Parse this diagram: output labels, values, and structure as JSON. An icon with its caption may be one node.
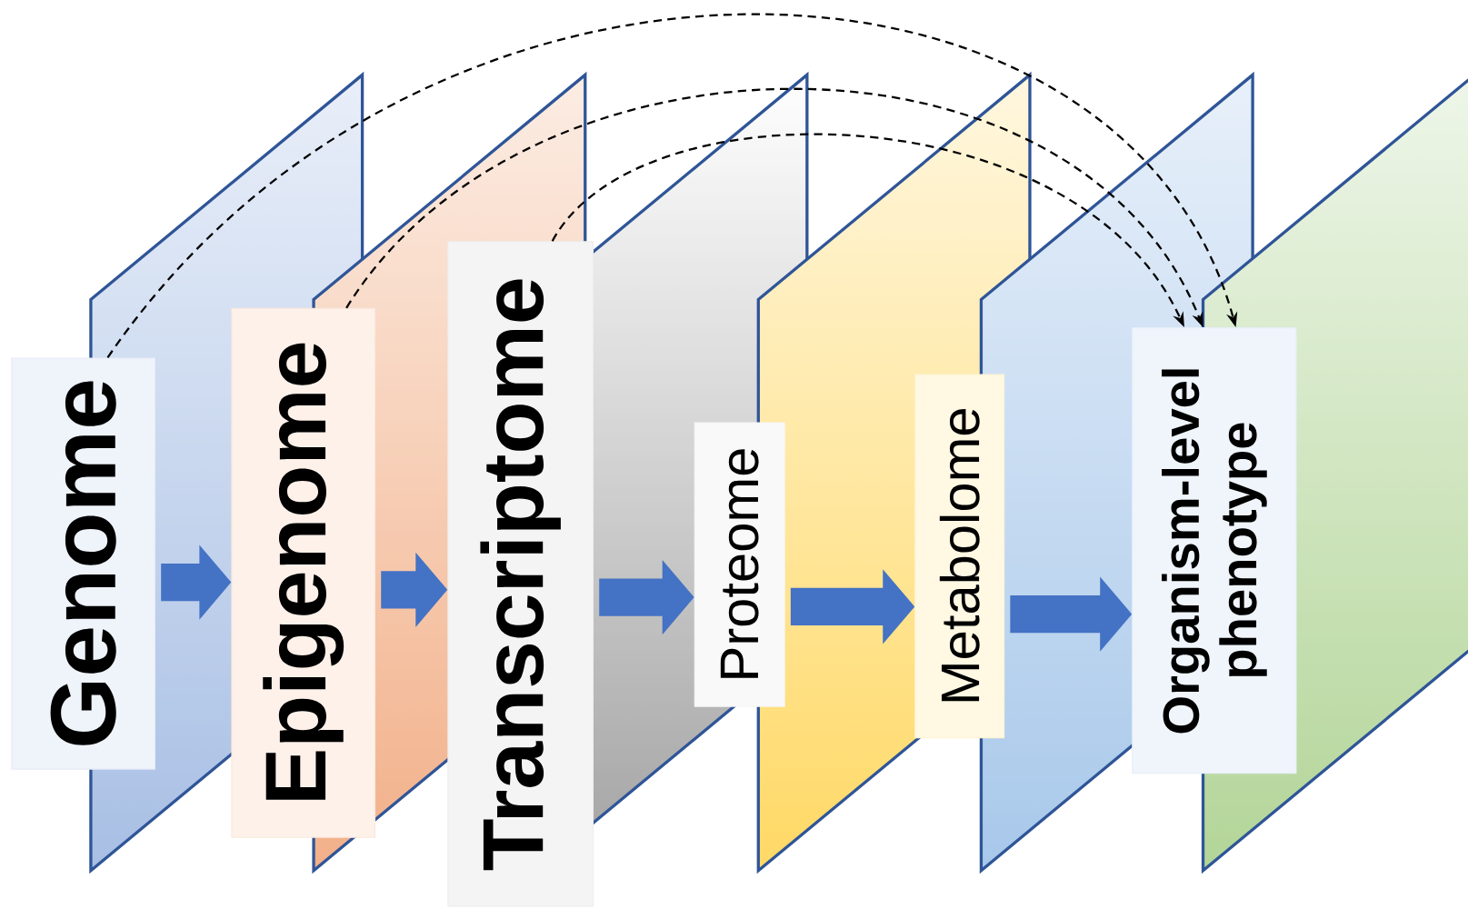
{
  "diagram": {
    "nodes": [
      {
        "text": [
          "Genome"
        ]
      },
      {
        "text": [
          "Epigenome"
        ]
      },
      {
        "text": [
          "Transcriptome"
        ]
      },
      {
        "text": [
          "Proteome"
        ]
      },
      {
        "text": [
          "Metabolome"
        ]
      },
      {
        "text": [
          "Organism-level phenotype"
        ]
      }
    ],
    "edges": [
      {
        "from": 0,
        "to": 1,
        "arrow": "to"
      },
      {
        "from": 1,
        "to": 2,
        "arrow": "to"
      },
      {
        "from": 2,
        "to": 3,
        "arrow": "to"
      },
      {
        "from": 3,
        "to": 4,
        "arrow": "to"
      },
      {
        "from": 4,
        "to": 5,
        "arrow": "to"
      },
      {
        "from": 0,
        "to": 5,
        "arrow": "to",
        "style": "dashed",
        "color": "#000000"
      },
      {
        "from": 1,
        "to": 5,
        "arrow": "to",
        "style": "dashed",
        "color": "#000000"
      },
      {
        "from": 2,
        "to": 5,
        "arrow": "to",
        "style": "dashed",
        "color": "#000000"
      }
    ]
  }
}
